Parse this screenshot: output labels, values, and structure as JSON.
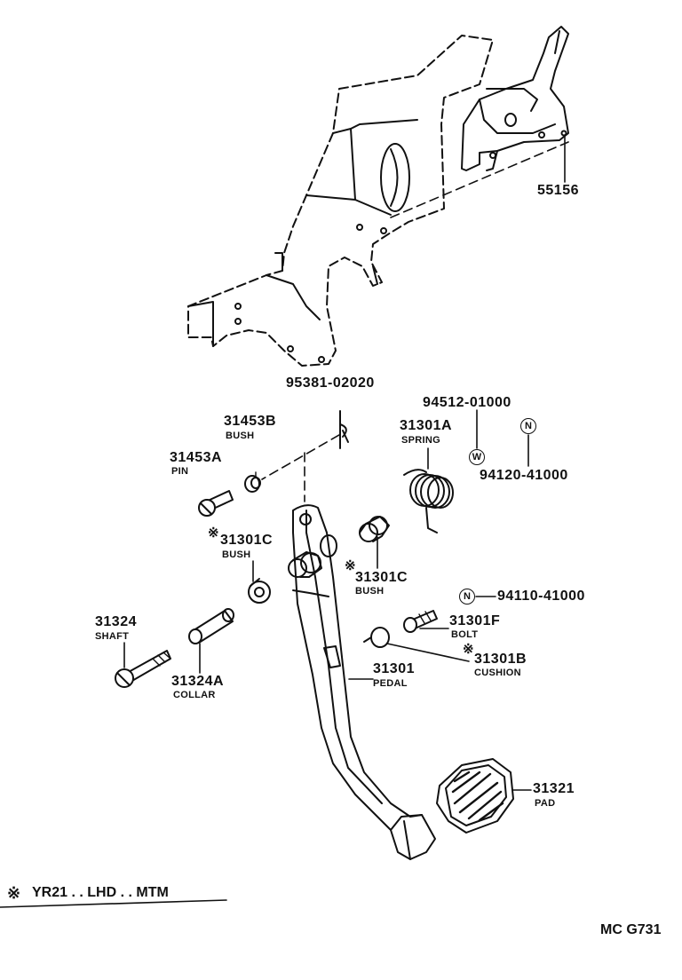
{
  "parts": {
    "bracket": {
      "number": "55156"
    },
    "cotter_pin": {
      "number": "95381-02020"
    },
    "washer": {
      "number": "94512-01000",
      "symbol": "W"
    },
    "spring": {
      "number": "31301A",
      "name": "SPRING"
    },
    "nut_upper": {
      "number": "94120-41000",
      "symbol": "N"
    },
    "bush_b": {
      "number": "31453B",
      "name": "BUSH"
    },
    "pin": {
      "number": "31453A",
      "name": "PIN"
    },
    "bush_c_left": {
      "number": "31301C",
      "name": "BUSH",
      "mark": "※"
    },
    "bush_c_right": {
      "number": "31301C",
      "name": "BUSH",
      "mark": "※"
    },
    "nut_lower": {
      "number": "94110-41000",
      "symbol": "N"
    },
    "bolt": {
      "number": "31301F",
      "name": "BOLT"
    },
    "cushion": {
      "number": "31301B",
      "name": "CUSHION",
      "mark": "※"
    },
    "shaft": {
      "number": "31324",
      "name": "SHAFT"
    },
    "collar": {
      "number": "31324A",
      "name": "COLLAR"
    },
    "pedal": {
      "number": "31301",
      "name": "PEDAL"
    },
    "pad": {
      "number": "31321",
      "name": "PAD"
    }
  },
  "footnote": {
    "mark": "※",
    "text": "YR21 . . LHD . . MTM"
  },
  "figure_code": "MC G731"
}
